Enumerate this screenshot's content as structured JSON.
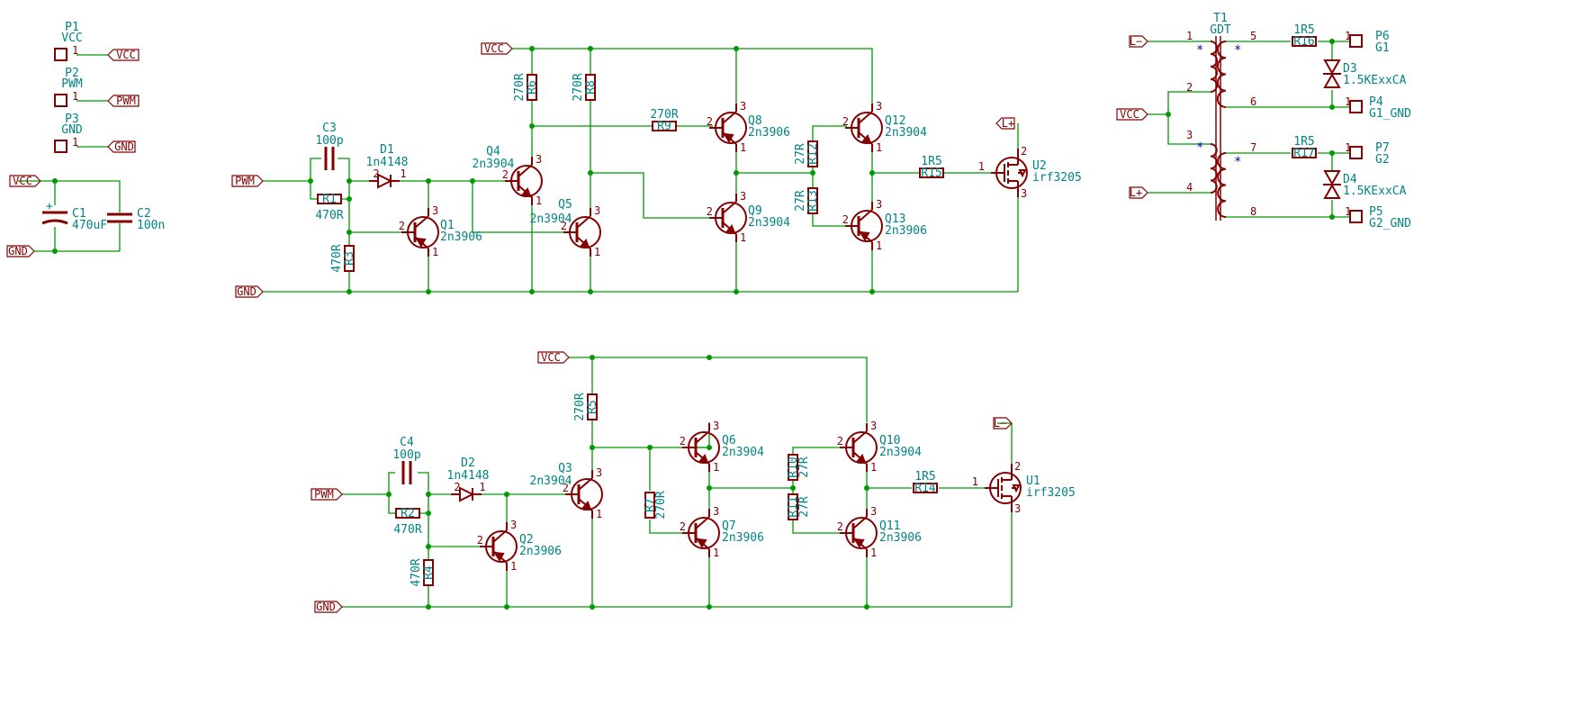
{
  "labels": {
    "vcc": "VCC",
    "pwm": "PWM",
    "gnd": "GND",
    "lp": "L+",
    "lm": "L−"
  },
  "connectors": {
    "p1": {
      "ref": "P1",
      "value": "VCC"
    },
    "p2": {
      "ref": "P2",
      "value": "PWM"
    },
    "p3": {
      "ref": "P3",
      "value": "GND"
    },
    "p4": {
      "ref": "P4",
      "value": "G1_GND"
    },
    "p5": {
      "ref": "P5",
      "value": "G2_GND"
    },
    "p6": {
      "ref": "P6",
      "value": "G1"
    },
    "p7": {
      "ref": "P7",
      "value": "G2"
    }
  },
  "caps": {
    "c1": {
      "ref": "C1",
      "value": "470uF"
    },
    "c2": {
      "ref": "C2",
      "value": "100n"
    },
    "c3": {
      "ref": "C3",
      "value": "100p"
    },
    "c4": {
      "ref": "C4",
      "value": "100p"
    }
  },
  "resistors": {
    "r1": {
      "ref": "R1",
      "value": "470R"
    },
    "r2": {
      "ref": "R2",
      "value": "470R"
    },
    "r3": {
      "ref": "R3",
      "value": "470R"
    },
    "r4": {
      "ref": "R4",
      "value": "470R"
    },
    "r5": {
      "ref": "R5",
      "value": "270R"
    },
    "r6": {
      "ref": "R6",
      "value": "270R"
    },
    "r7": {
      "ref": "R7",
      "value": "270R"
    },
    "r8": {
      "ref": "R8",
      "value": "270R"
    },
    "r9": {
      "ref": "R9",
      "value": "270R"
    },
    "r10": {
      "ref": "R10",
      "value": "27R"
    },
    "r11": {
      "ref": "R11",
      "value": "27R"
    },
    "r12": {
      "ref": "R12",
      "value": "27R"
    },
    "r13": {
      "ref": "R13",
      "value": "27R"
    },
    "r14": {
      "ref": "R14",
      "value": "1R5"
    },
    "r15": {
      "ref": "R15",
      "value": "1R5"
    },
    "r16": {
      "ref": "R16",
      "value": "1R5"
    },
    "r17": {
      "ref": "R17",
      "value": "1R5"
    }
  },
  "diodes": {
    "d1": {
      "ref": "D1",
      "value": "1n4148"
    },
    "d2": {
      "ref": "D2",
      "value": "1n4148"
    },
    "d3": {
      "ref": "D3",
      "value": "1.5KExxCA"
    },
    "d4": {
      "ref": "D4",
      "value": "1.5KExxCA"
    }
  },
  "transistors": {
    "q1": {
      "ref": "Q1",
      "value": "2n3906"
    },
    "q2": {
      "ref": "Q2",
      "value": "2n3906"
    },
    "q3": {
      "ref": "Q3",
      "value": "2n3904"
    },
    "q4": {
      "ref": "Q4",
      "value": "2n3904"
    },
    "q5": {
      "ref": "Q5",
      "value": "2n3904"
    },
    "q6": {
      "ref": "Q6",
      "value": "2n3904"
    },
    "q7": {
      "ref": "Q7",
      "value": "2n3906"
    },
    "q8": {
      "ref": "Q8",
      "value": "2n3906"
    },
    "q9": {
      "ref": "Q9",
      "value": "2n3904"
    },
    "q10": {
      "ref": "Q10",
      "value": "2n3904"
    },
    "q11": {
      "ref": "Q11",
      "value": "2n3906"
    },
    "q12": {
      "ref": "Q12",
      "value": "2n3904"
    },
    "q13": {
      "ref": "Q13",
      "value": "2n3906"
    }
  },
  "mosfets": {
    "u1": {
      "ref": "U1",
      "value": "irf3205"
    },
    "u2": {
      "ref": "U2",
      "value": "irf3205"
    }
  },
  "transformer": {
    "ref": "T1",
    "value": "GDT",
    "pins": [
      "1",
      "2",
      "3",
      "4",
      "5",
      "6",
      "7",
      "8"
    ]
  },
  "pin_numbers": {
    "one": "1",
    "two": "2",
    "three": "3"
  },
  "colors": {
    "wire": "#009900",
    "symbol": "#840000",
    "text": "#008484",
    "star": "#0000c0"
  }
}
